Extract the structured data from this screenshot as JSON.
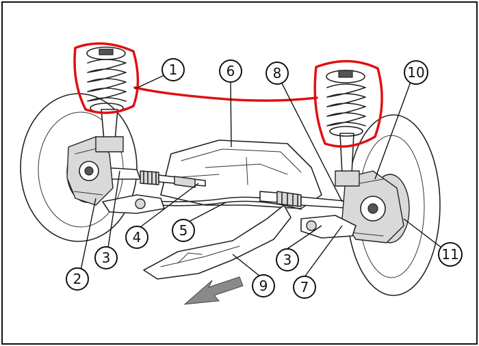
{
  "callouts": [
    {
      "id": "1",
      "label": "1"
    },
    {
      "id": "2",
      "label": "2"
    },
    {
      "id": "3a",
      "label": "3"
    },
    {
      "id": "3b",
      "label": "3"
    },
    {
      "id": "4",
      "label": "4"
    },
    {
      "id": "5",
      "label": "5"
    },
    {
      "id": "6",
      "label": "6"
    },
    {
      "id": "7",
      "label": "7"
    },
    {
      "id": "8",
      "label": "8"
    },
    {
      "id": "9",
      "label": "9"
    },
    {
      "id": "10",
      "label": "10"
    },
    {
      "id": "11",
      "label": "11"
    }
  ],
  "colors": {
    "highlight": "#e01010",
    "ink": "#222222",
    "arrow": "#8a8a8a"
  }
}
